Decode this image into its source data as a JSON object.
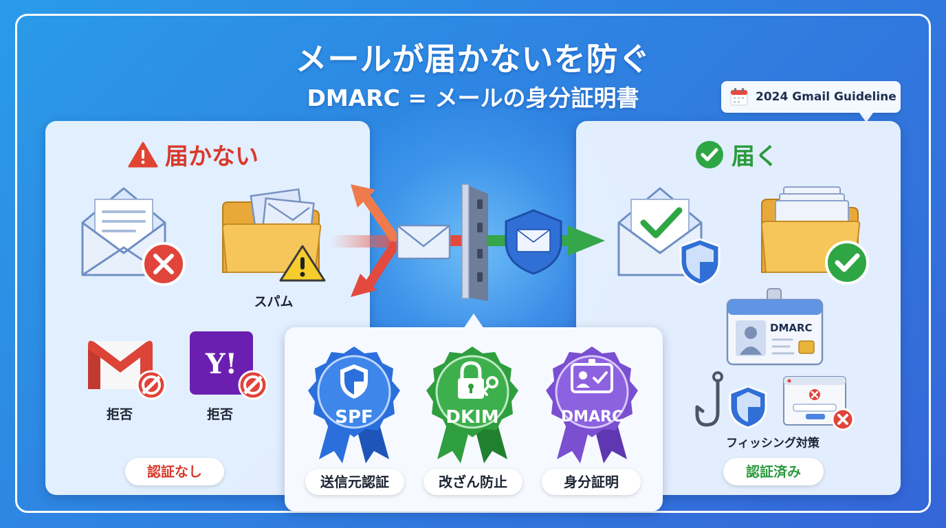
{
  "title": "メールが届かないを防ぐ",
  "subtitle": "DMARC = メールの身分証明書",
  "guideline": {
    "icon": "calendar-icon",
    "label": "2024 Gmail Guideline"
  },
  "left": {
    "heading": "届かない",
    "heading_icon": "warning-icon",
    "spam_label": "スパム",
    "reject_label_1": "拒否",
    "reject_label_2": "拒否",
    "yahoo_logo": "Y!",
    "status": "認証なし",
    "accent": "#d9392b"
  },
  "right": {
    "heading": "届く",
    "heading_icon": "check-circle-icon",
    "id_card_label": "DMARC",
    "phishing_label": "フィッシング対策",
    "status": "認証済み",
    "accent": "#2c9a3e"
  },
  "badges": [
    {
      "name": "SPF",
      "caption": "送信元認証",
      "color": "#2a6fdc"
    },
    {
      "name": "DKIM",
      "caption": "改ざん防止",
      "color": "#2f9e3f"
    },
    {
      "name": "DMARC",
      "caption": "身分証明",
      "color": "#7a4fd0"
    }
  ]
}
